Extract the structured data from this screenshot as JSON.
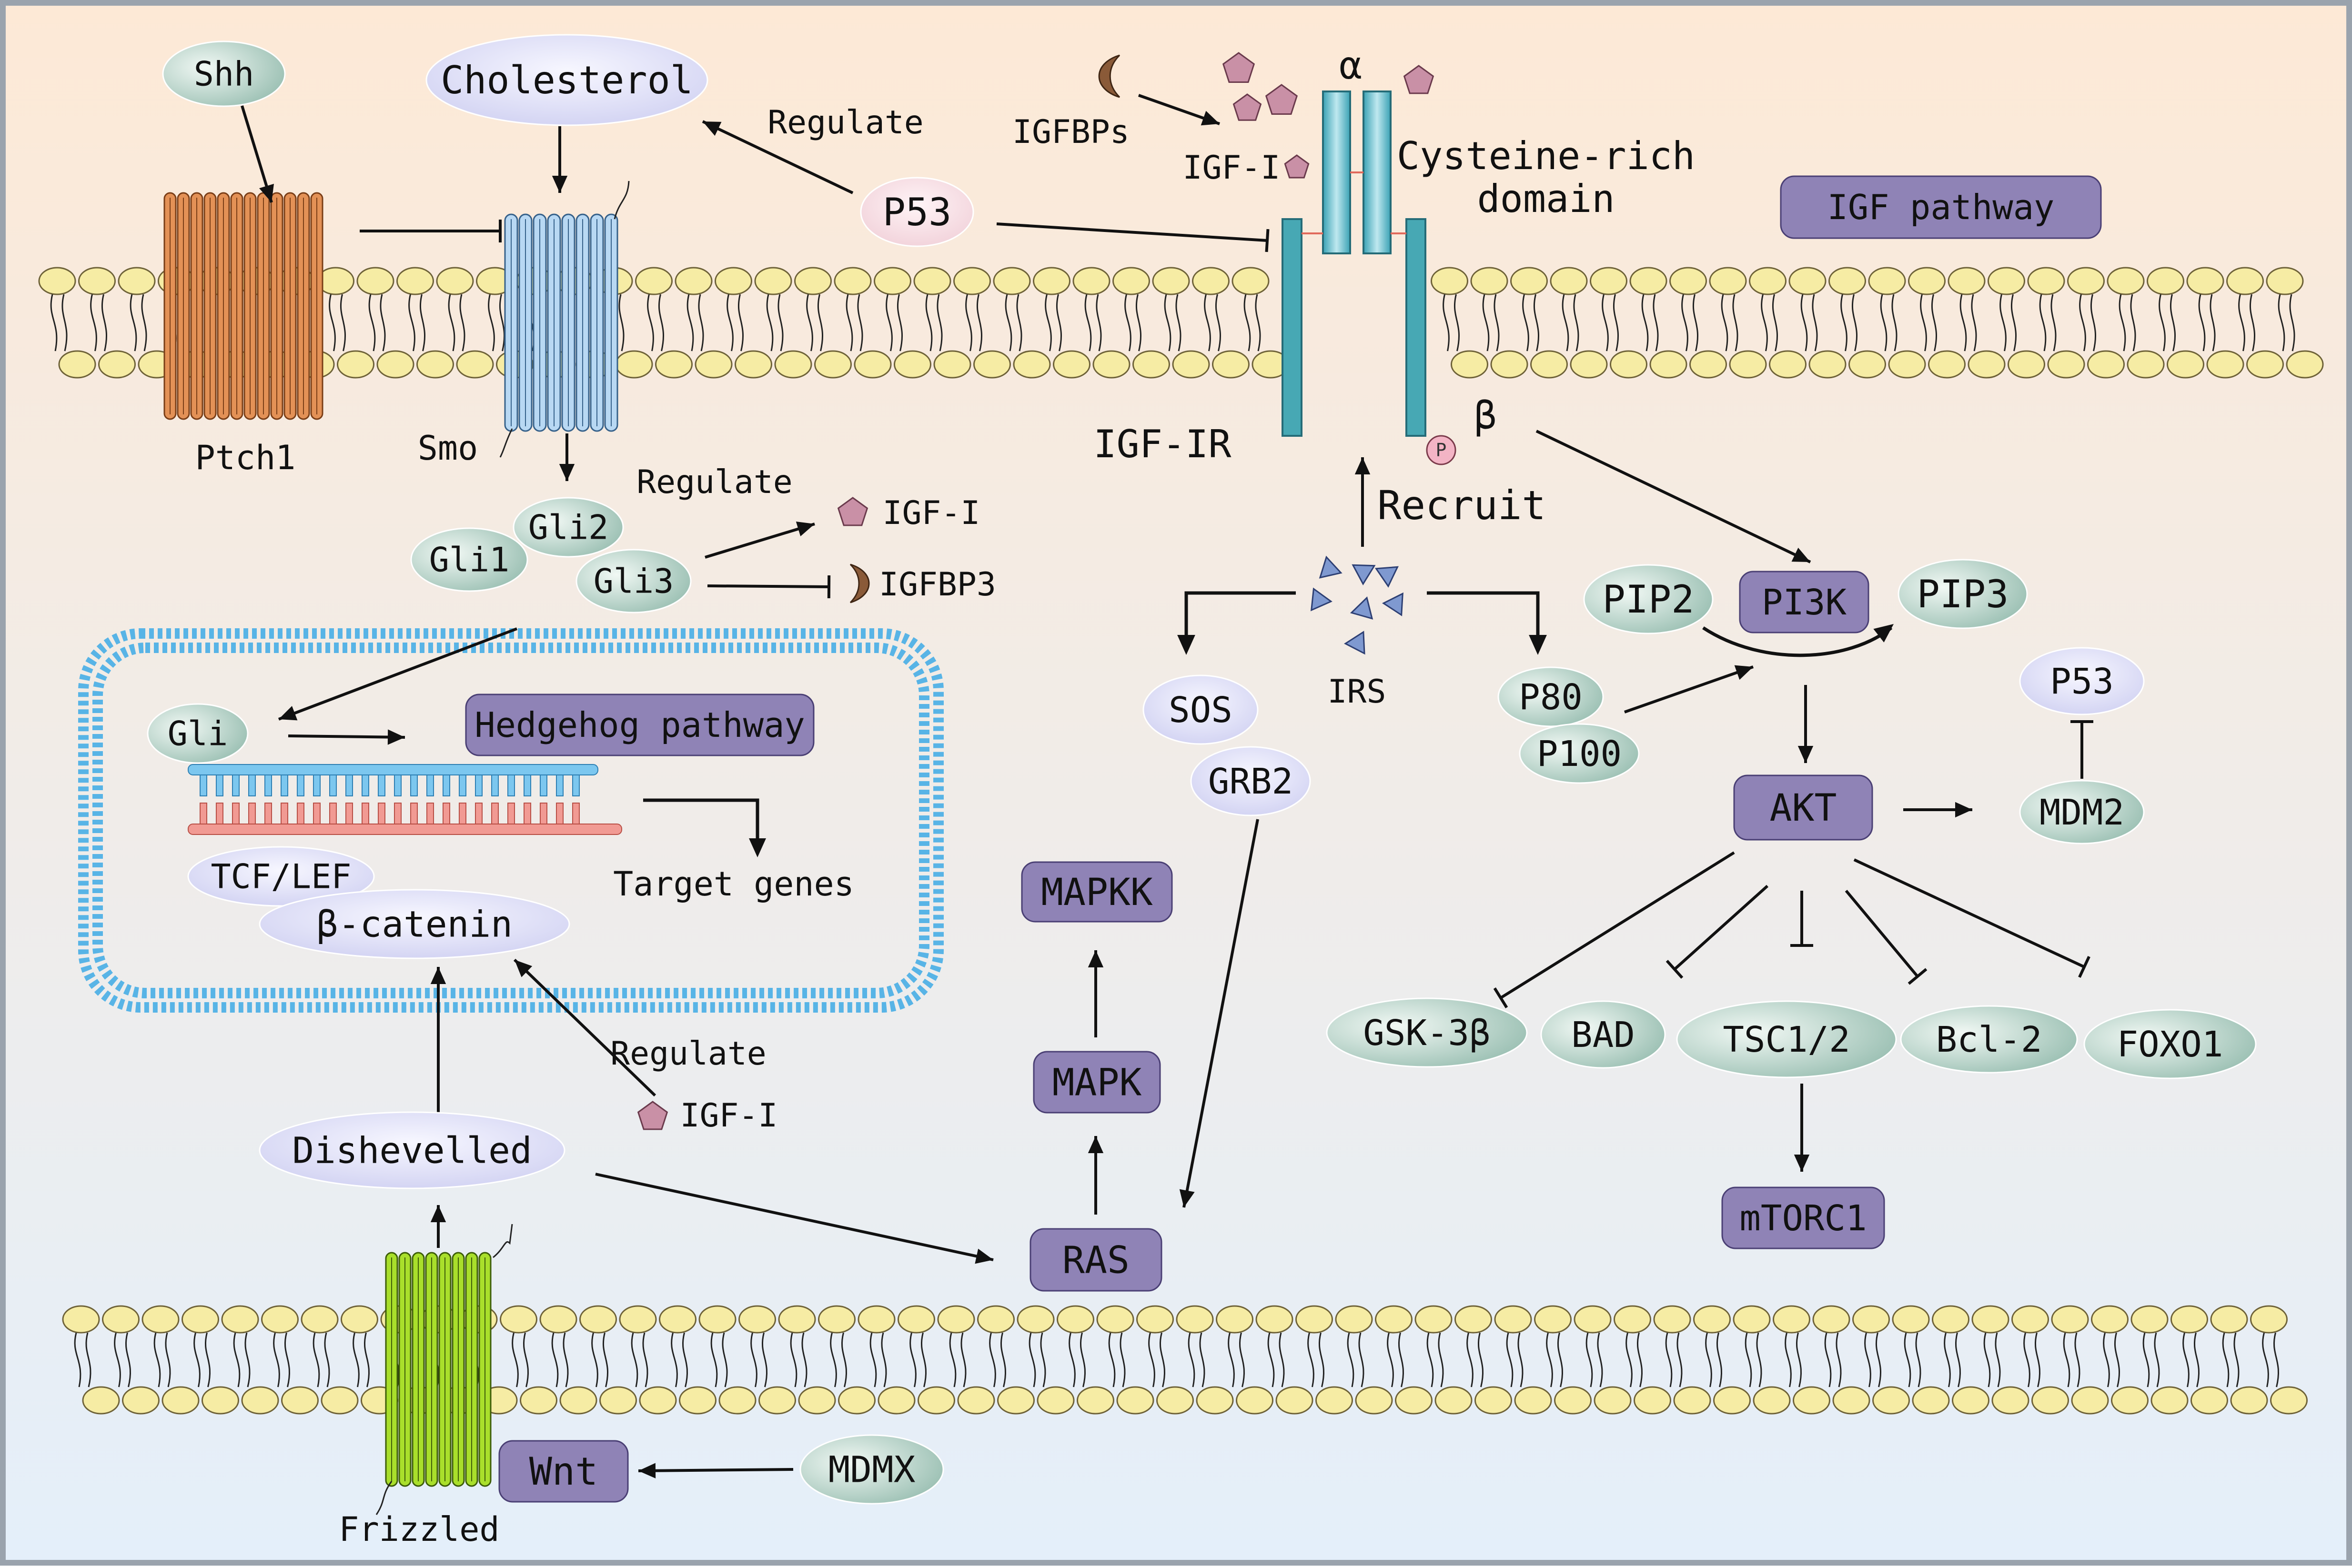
{
  "colors": {
    "bg_top": "#fde9d6",
    "bg_bottom": "#e4effa",
    "border": "#9aa3ad",
    "lipid_fill": "#f6eca4",
    "lipid_stroke": "#6e6238",
    "ptch1": "#e39156",
    "smo": "#b8d8f3",
    "frizzled": "#a9df2b",
    "igf1r": "#3fa8b8",
    "purple": "#8f83b6",
    "teal_node": "#a9c9bd",
    "lav_node": "#d8d9f3",
    "pink_node": "#f2d4dd",
    "pentagon": "#c990a6",
    "crescent": "#8a5a38",
    "triangle": "#7f99d0",
    "nucleus": "#58b4e6",
    "dna_top": "#7cc7ef",
    "dna_bottom": "#f19a93",
    "phospho": "#f3b4c5"
  },
  "labels": {
    "shh": "Shh",
    "cholesterol": "Cholesterol",
    "regulate_top": "Regulate",
    "p53_top": "P53",
    "igfbps": "IGFBPs",
    "igf1_top": "IGF-I",
    "alpha": "α",
    "cysteine_line1": "Cysteine-rich",
    "cysteine_line2": "domain",
    "igf_pathway": "IGF pathway",
    "ptch1": "Ptch1",
    "smo": "Smo",
    "igf1r": "IGF-IR",
    "p_mark": "P",
    "beta": "β",
    "recruit": "Recruit",
    "regulate_mid": "Regulate",
    "gli1": "Gli1",
    "gli2": "Gli2",
    "gli3": "Gli3",
    "igf1_mid": "IGF-I",
    "igfbp3": "IGFBP3",
    "irs": "IRS",
    "pip2": "PIP2",
    "pi3k": "PI3K",
    "pip3": "PIP3",
    "p80": "P80",
    "p100": "P100",
    "p53_right": "P53",
    "gli": "Gli",
    "hedgehog_pathway": "Hedgehog pathway",
    "sos": "SOS",
    "grb2": "GRB2",
    "akt": "AKT",
    "mdm2": "MDM2",
    "tcf_lef": "TCF/LEF",
    "target_genes": "Target genes",
    "beta_catenin": "β-catenin",
    "mapkk": "MAPKK",
    "gsk3b": "GSK-3β",
    "bad": "BAD",
    "tsc12": "TSC1/2",
    "bcl2": "Bcl-2",
    "foxo1": "FOXO1",
    "regulate_low": "Regulate",
    "mapk": "MAPK",
    "igf1_low": "IGF-I",
    "dishevelled": "Dishevelled",
    "mtorc1": "mTORC1",
    "ras": "RAS",
    "wnt": "Wnt",
    "mdmx": "MDMX",
    "frizzled": "Frizzled"
  }
}
